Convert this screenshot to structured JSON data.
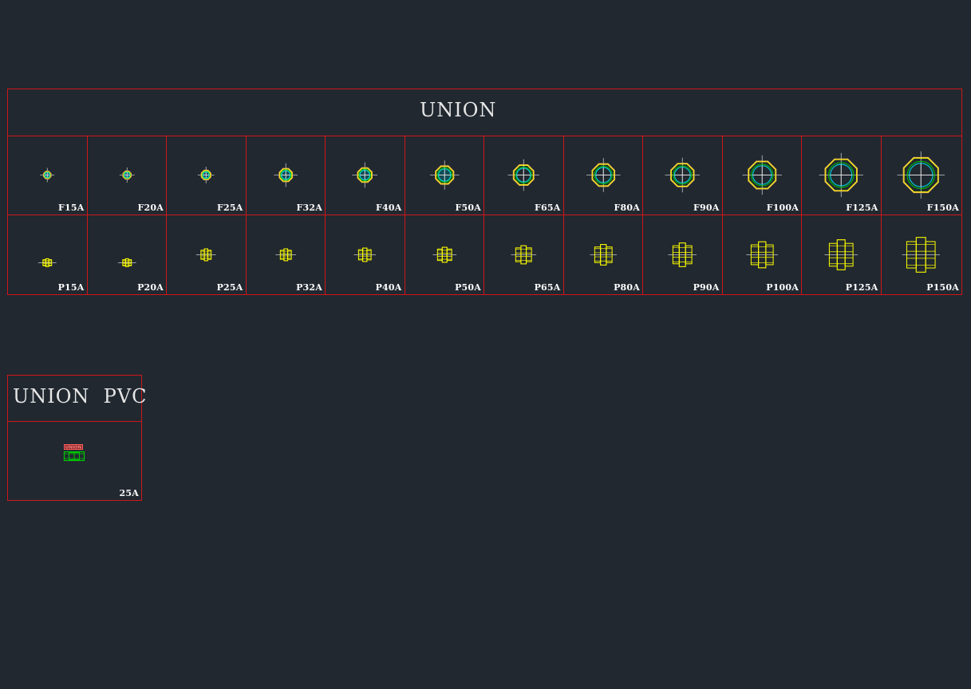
{
  "union_table": {
    "title": "UNION",
    "flange_labels": [
      "F15A",
      "F20A",
      "F25A",
      "F32A",
      "F40A",
      "F50A",
      "F65A",
      "F80A",
      "F90A",
      "F100A",
      "F125A",
      "F150A"
    ],
    "pipe_labels": [
      "P15A",
      "P20A",
      "P25A",
      "P32A",
      "P40A",
      "P50A",
      "P65A",
      "P80A",
      "P90A",
      "P100A",
      "P125A",
      "P150A"
    ]
  },
  "pvc_table": {
    "title": "UNION  PVC",
    "cell_label": "25A",
    "symbol_tag": "UNION"
  },
  "colors": {
    "background": "#212830",
    "grid": "#d0161a",
    "title": "#e6e6e6",
    "label": "#ffffff",
    "symbol_yellow": "#ffff00",
    "symbol_cyan": "#00c8d2",
    "symbol_green": "#00c800",
    "symbol_orange": "#e6b450",
    "crosshair": "#c8c8c8",
    "pvc_tag": "#ff6060"
  },
  "icons": {
    "flange_union": "flange-union-icon",
    "pipe_union": "pipe-union-icon",
    "pvc_union": "pvc-union-icon"
  }
}
